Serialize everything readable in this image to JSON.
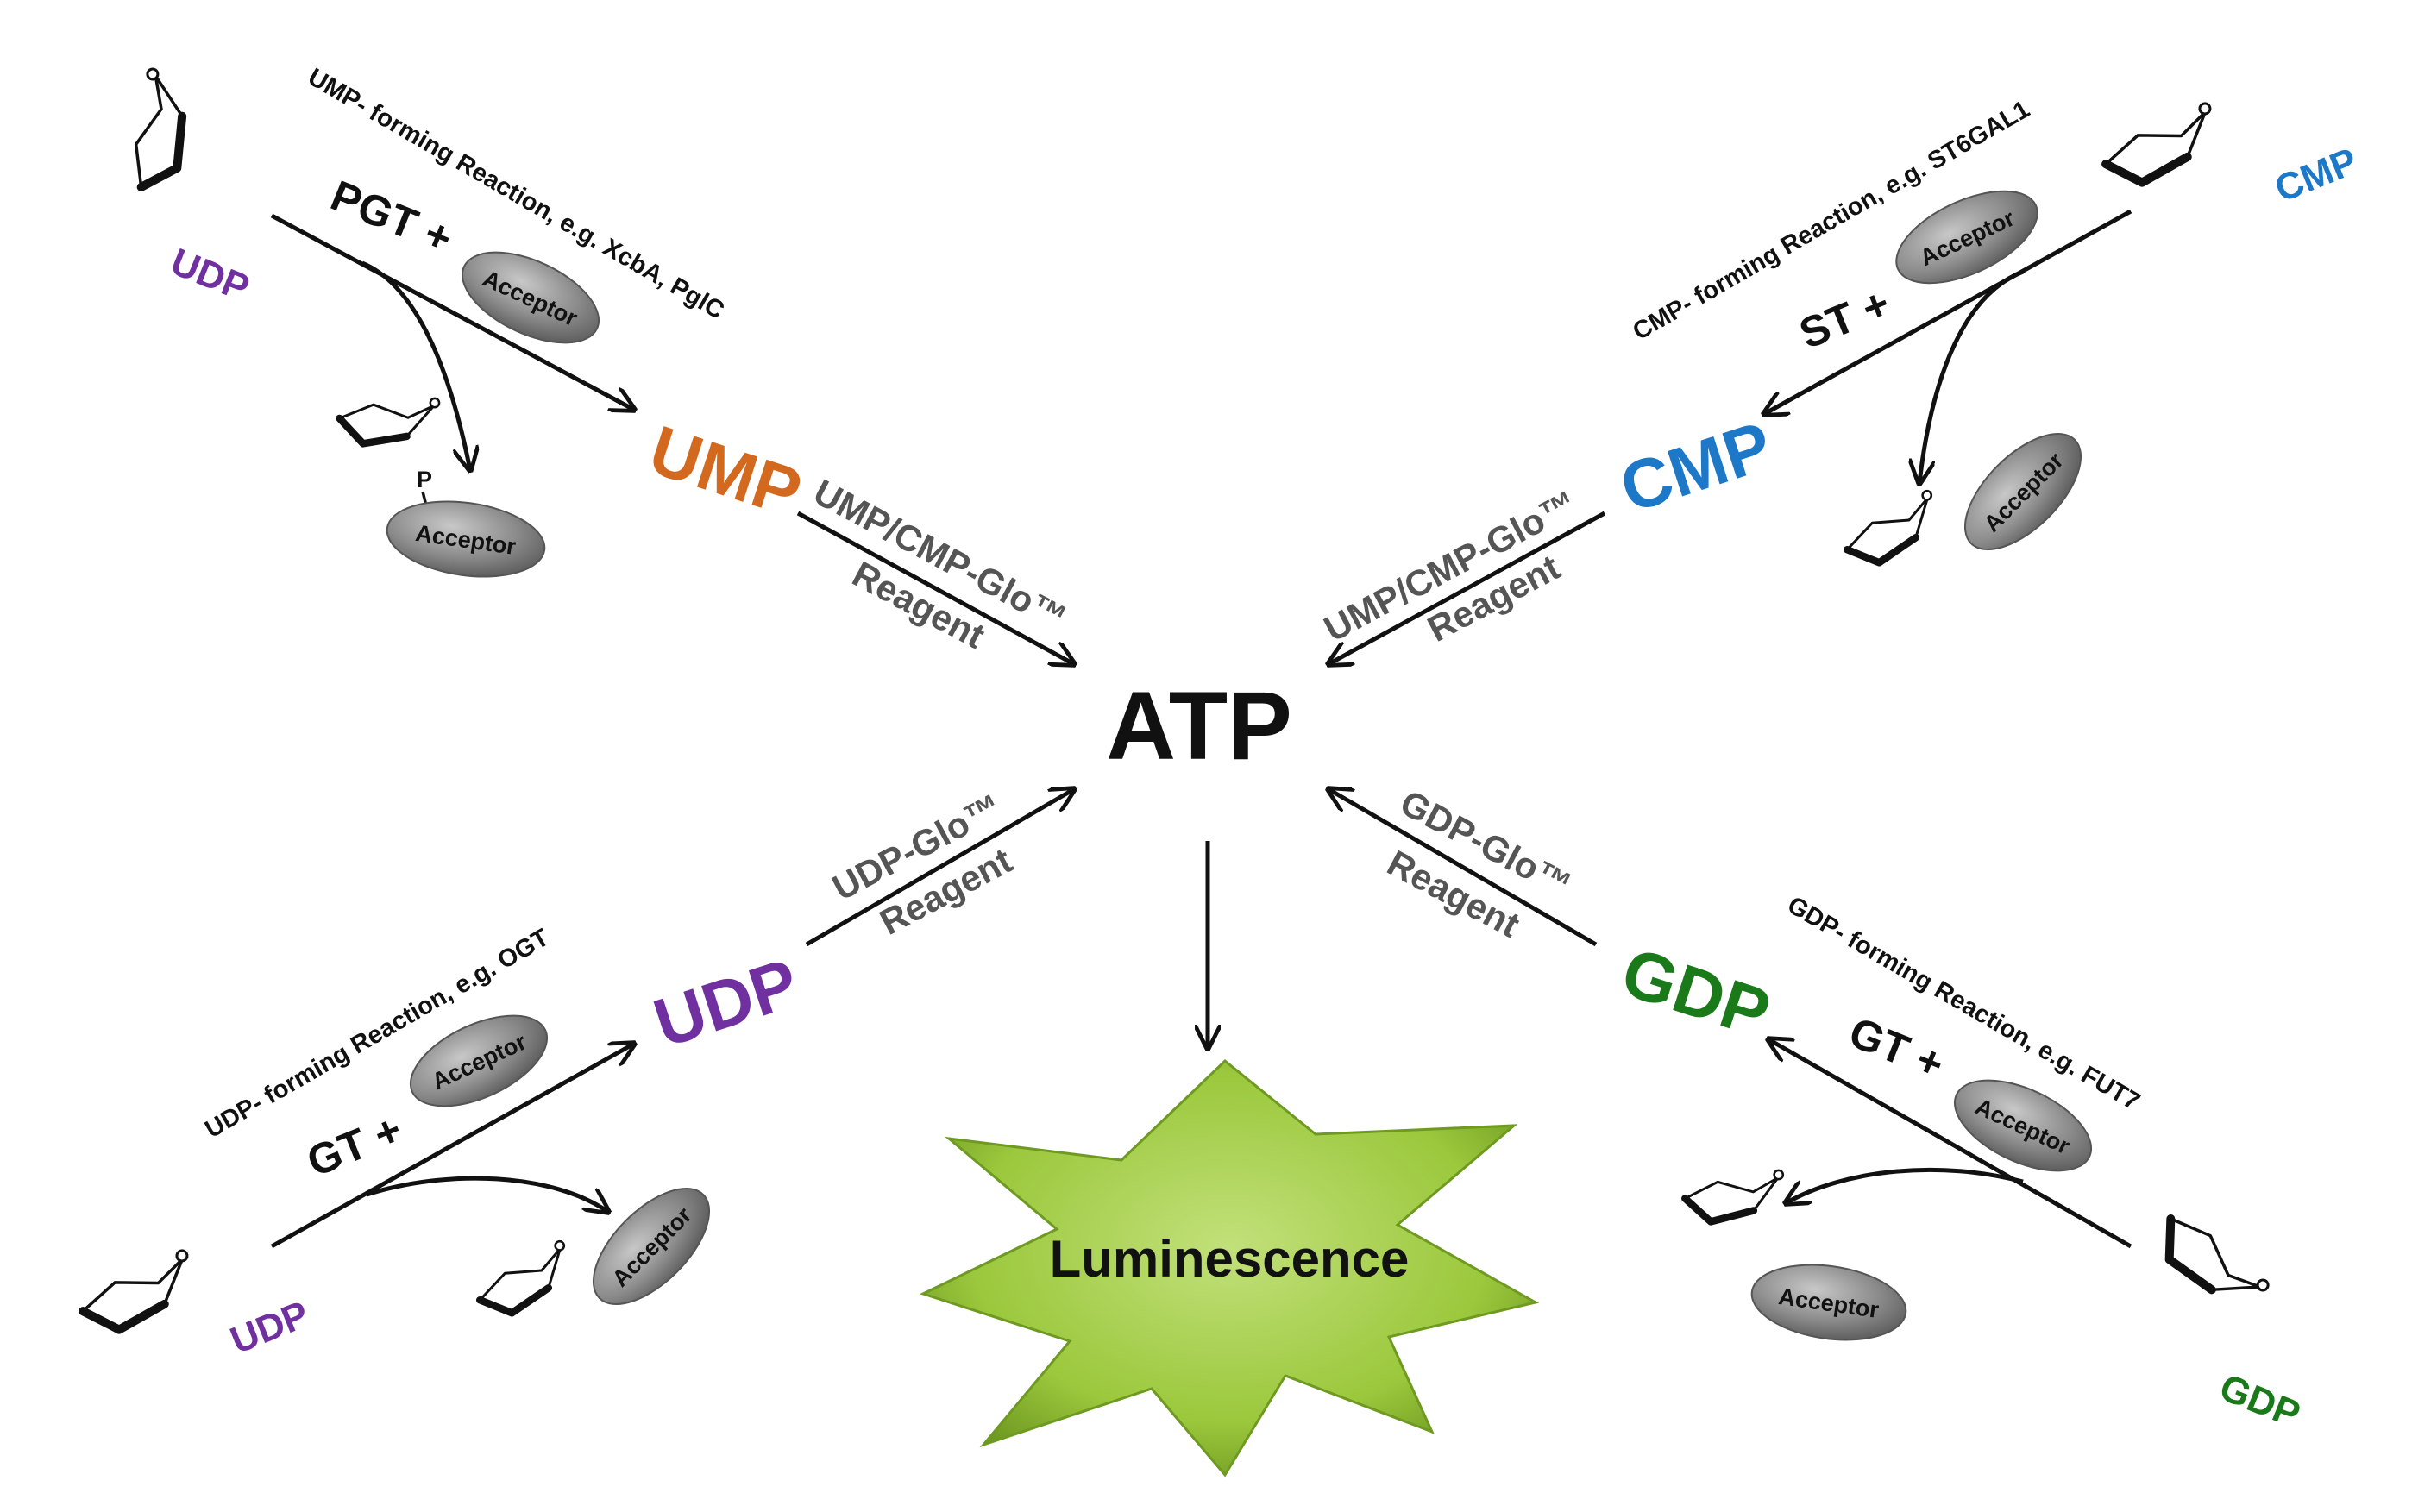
{
  "colors": {
    "ump": "#D2691E",
    "cmp": "#1E78C8",
    "udp": "#7030A0",
    "gdp": "#1A7A1A",
    "reagent_text": "#555555",
    "acceptor_fill": "#8a8a8a",
    "star_fill": "#9BC83C"
  },
  "center": {
    "atp": "ATP",
    "luminescence": "Luminescence"
  },
  "ump_branch": {
    "reaction": "UMP- forming Reaction, e.g. XcbA, PglC",
    "enzyme": "PGT +",
    "acceptor": "Acceptor",
    "donor": "UDP",
    "product": "UMP",
    "phospho_label": "P",
    "product_acceptor": "Acceptor",
    "reagent_line1": "UMP/CMP-Glo™",
    "reagent_line2": "Reagent"
  },
  "cmp_branch": {
    "reaction": "CMP- forming Reaction, e.g. ST6GAL1",
    "enzyme": "ST +",
    "acceptor": "Acceptor",
    "donor": "CMP",
    "product": "CMP",
    "product_acceptor": "Acceptor",
    "reagent_line1": "UMP/CMP-Glo™",
    "reagent_line2": "Reagent"
  },
  "udp_branch": {
    "reaction": "UDP- forming Reaction, e.g. OGT",
    "enzyme": "GT +",
    "acceptor": "Acceptor",
    "donor": "UDP",
    "product": "UDP",
    "product_acceptor": "Acceptor",
    "reagent_line1": "UDP-Glo™",
    "reagent_line2": "Reagent"
  },
  "gdp_branch": {
    "reaction": "GDP- forming Reaction, e.g. FUT7",
    "enzyme": "GT +",
    "acceptor": "Acceptor",
    "donor": "GDP",
    "product": "GDP",
    "product_acceptor": "Acceptor",
    "reagent_line1": "GDP-Glo™",
    "reagent_line2": "Reagent"
  }
}
